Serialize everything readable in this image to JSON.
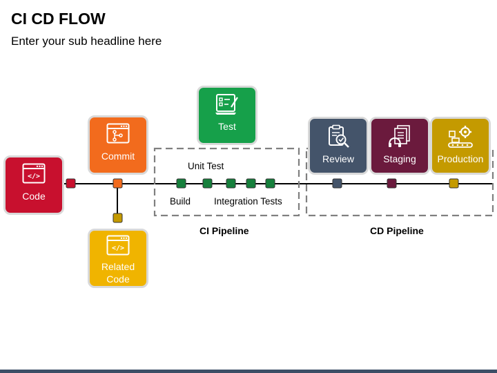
{
  "title": "CI CD FLOW",
  "subtitle": "Enter your sub headline here",
  "boxes": {
    "code": {
      "label": "Code",
      "color": "#c8102e",
      "icon": "code-window-icon"
    },
    "commit": {
      "label": "Commit",
      "color": "#f26b1d",
      "icon": "git-commit-icon"
    },
    "related": {
      "label_line1": "Related",
      "label_line2": "Code",
      "color": "#f0b400",
      "icon": "code-window-icon"
    },
    "test": {
      "label": "Test",
      "color": "#16a04a",
      "icon": "checklist-icon"
    },
    "review": {
      "label": "Review",
      "color": "#44546a",
      "icon": "clipboard-search-icon"
    },
    "staging": {
      "label": "Staging",
      "color": "#6b1a3d",
      "icon": "documents-headset-icon"
    },
    "production": {
      "label": "Production",
      "color": "#c49a00",
      "icon": "factory-gear-icon"
    }
  },
  "ci": {
    "unit_test": "Unit Test",
    "build": "Build",
    "integration_tests": "Integration Tests",
    "pipeline_label": "CI Pipeline"
  },
  "cd": {
    "pipeline_label": "CD Pipeline"
  }
}
